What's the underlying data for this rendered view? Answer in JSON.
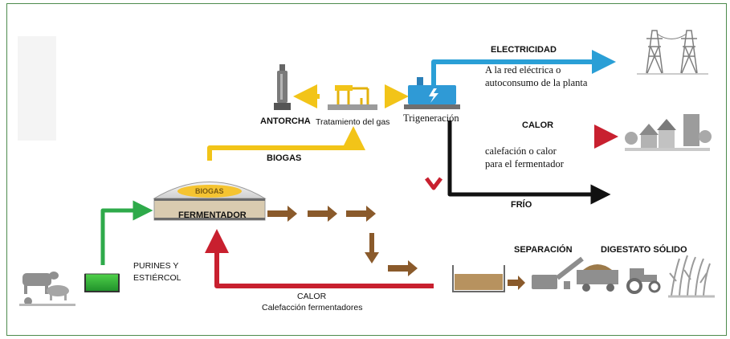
{
  "labels": {
    "electricidad": "ELECTRICIDAD",
    "red_line1": "A la red eléctrica o",
    "red_line2": "autoconsumo de la planta",
    "calor": "CALOR",
    "calefaccion_line1": "calefación o calor",
    "calefaccion_line2": "para el fermentador",
    "frio": "FRÍO",
    "antorcha": "ANTORCHA",
    "tratamiento": "Tratamiento del gas",
    "trigeneracion": "Trigeneración",
    "biogas": "BIOGAS",
    "biogas_dome": "BIOGAS",
    "fermentador": "FERMENTADOR",
    "purines_line1": "PURINES Y",
    "purines_line2": "ESTIÉRCOL",
    "calor_bottom": "CALOR",
    "calefaccion_fermentadores": "Calefacción fermentadores",
    "separacion": "SEPARACIÓN",
    "digestato": "DIGESTATO SÓLIDO"
  },
  "colors": {
    "biogas_flow": "#f2c418",
    "electricity_flow": "#2a9fd6",
    "heat_flow": "#c8202f",
    "cold_flow": "#111111",
    "feed_flow": "#2eaa4a",
    "digestate_flow": "#8a5a2b",
    "frame": "#4d8b4d"
  }
}
